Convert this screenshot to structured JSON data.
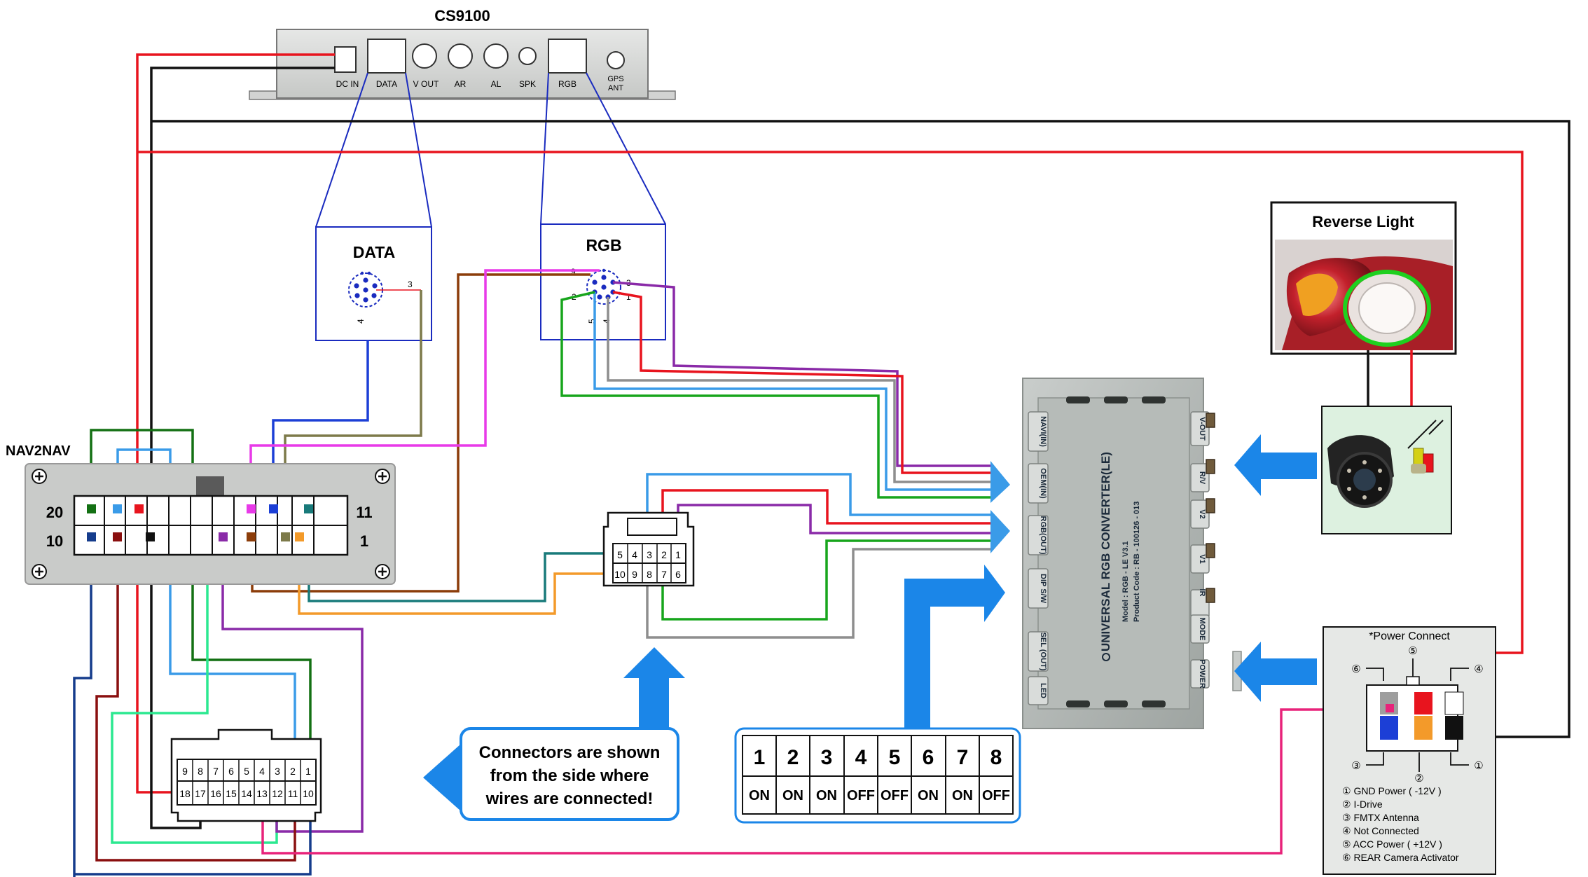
{
  "titles": {
    "cs9100": "CS9100",
    "nav2nav": "NAV2NAV",
    "data_box": "DATA",
    "rgb_box": "RGB",
    "reverse_light": "Reverse Light",
    "power_connect": "*Power Connect"
  },
  "cs9100_ports": [
    "DC IN",
    "DATA",
    "V OUT",
    "AR",
    "AL",
    "SPK",
    "RGB",
    "GPS",
    "ANT"
  ],
  "data_pins": {
    "pin3": "3",
    "pin4": "4"
  },
  "rgb_pins": {
    "p9": "9",
    "p3": "3",
    "p2": "2",
    "p1": "1",
    "p5": "5",
    "p4": "4"
  },
  "nav2nav_rows": {
    "left_top": "20",
    "left_bottom": "10",
    "right_top": "11",
    "right_bottom": "1"
  },
  "mid_connector": {
    "top": [
      "5",
      "4",
      "3",
      "2",
      "1"
    ],
    "bottom": [
      "10",
      "9",
      "8",
      "7",
      "6"
    ]
  },
  "bottom_connector": {
    "top": [
      "9",
      "8",
      "7",
      "6",
      "5",
      "4",
      "3",
      "2",
      "1"
    ],
    "bottom": [
      "18",
      "17",
      "16",
      "15",
      "14",
      "13",
      "12",
      "11",
      "10"
    ]
  },
  "converter": {
    "left_labels": [
      "NAVI(IN)",
      "OEM(IN)",
      "RGB(OUT)",
      "DIP S/W",
      "SEL (OUT)",
      "LED"
    ],
    "right_labels": [
      "V-OUT",
      "R/V",
      "V2",
      "V1",
      "IR",
      "MODE",
      "POWER"
    ],
    "title": "UNIVERSAL RGB CONVERTER(LE)",
    "model": "Model : RGB - LE   V3.1",
    "product": "Product Code : RB - 100126 - 013"
  },
  "note": [
    "Connectors are shown",
    "from the side where",
    "wires are connected!"
  ],
  "dip_switches": {
    "numbers": [
      "1",
      "2",
      "3",
      "4",
      "5",
      "6",
      "7",
      "8"
    ],
    "states": [
      "ON",
      "ON",
      "ON",
      "OFF",
      "OFF",
      "ON",
      "ON",
      "OFF"
    ]
  },
  "power_connect": {
    "markers": {
      "m6": "⑥",
      "m5": "⑤",
      "m4": "④",
      "m3": "③",
      "m2": "②",
      "m1": "①"
    },
    "legend": [
      "① GND Power ( -12V )",
      "② I-Drive",
      "③ FMTX Antenna",
      "④ Not Connected",
      "⑤ ACC Power ( +12V )",
      "⑥ REAR Camera Activator"
    ]
  },
  "colors": {
    "red": "#e8141e",
    "black": "#111111",
    "blue": "#1c3fd6",
    "olive": "#7d7a4a",
    "brown": "#8c3d0a",
    "magenta": "#e83ae8",
    "purple": "#8a2aa8",
    "green": "#17a51c",
    "lightblue": "#3a9be8",
    "gray": "#8e8e8e",
    "teal": "#187a7a",
    "orange": "#f39a2a",
    "pink": "#e8237a",
    "darkgreen": "#137013",
    "navy": "#153c8c",
    "maroon": "#8a0f0f",
    "mint": "#2be890",
    "arrow": "#1b86e8"
  }
}
